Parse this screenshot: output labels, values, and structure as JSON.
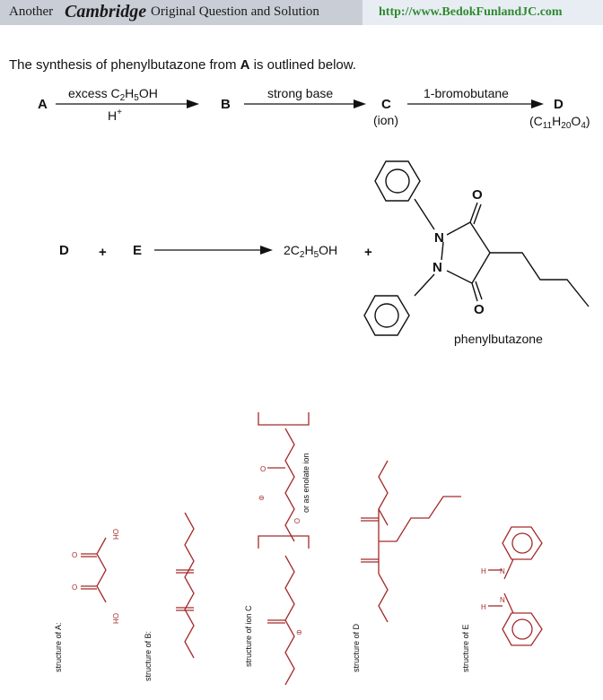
{
  "header": {
    "left_prefix": "Another",
    "left_brand": "Cambridge",
    "left_suffix": "Original Question and Solution",
    "url": "http://www.BedokFunlandJC.com"
  },
  "intro": {
    "before": "The synthesis of phenylbutazone from ",
    "bold": "A",
    "after": " is outlined below."
  },
  "scheme1": {
    "A": "A",
    "reagent1_top": "excess C",
    "reagent1_sub1": "2",
    "reagent1_mid": "H",
    "reagent1_sub2": "5",
    "reagent1_end": "OH",
    "reagent1_bottom": "H",
    "reagent1_bottom_sup": "+",
    "B": "B",
    "reagent2": "strong base",
    "C": "C",
    "C_note": "(ion)",
    "reagent3": "1-bromobutane",
    "D": "D",
    "D_formula_c": "(C",
    "D_sub1": "11",
    "D_h": "H",
    "D_sub2": "20",
    "D_o": "O",
    "D_sub3": "4",
    "D_close": ")"
  },
  "scheme2": {
    "D": "D",
    "plus1": "+",
    "E": "E",
    "product1_coef": "2C",
    "product1_sub1": "2",
    "product1_h": "H",
    "product1_sub2": "5",
    "product1_end": "OH",
    "plus2": "+",
    "N1": "N",
    "N2": "N",
    "O1": "O",
    "O2": "O",
    "product_name": "phenylbutazone"
  },
  "answers": {
    "label_A": "structure of A:",
    "label_B": "structure of B:",
    "label_C": "structure of ion C",
    "label_D": "structure of D",
    "label_E": "structure of E",
    "enolate_note": "or as enolate ion",
    "oh1": "OH",
    "oh2": "OH",
    "o_letter": "O",
    "h_letter": "H",
    "n_letter": "N",
    "minus": "⊖"
  }
}
